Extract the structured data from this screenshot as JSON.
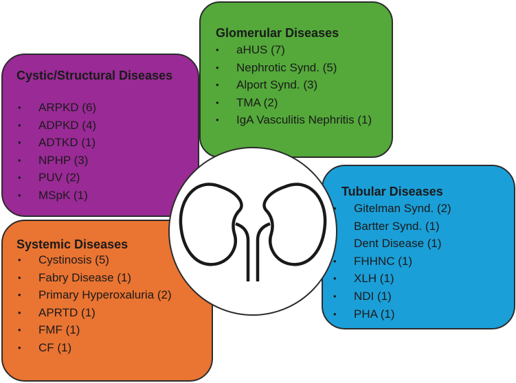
{
  "colors": {
    "cystic": "#9a2a96",
    "glomerular": "#54a93a",
    "tubular": "#1b9fd8",
    "systemic": "#ea7432",
    "outline": "#2b2b2b"
  },
  "bullet": "•",
  "cystic": {
    "title": "Cystic/Structural Diseases",
    "items": [
      "ARPKD (6)",
      "ADPKD (4)",
      "ADTKD (1)",
      "NPHP (3)",
      "PUV (2)",
      "MSpK (1)"
    ]
  },
  "glomerular": {
    "title": "Glomerular Diseases",
    "items": [
      "aHUS (7)",
      "Nephrotic Synd. (5)",
      "Alport Synd. (3)",
      "TMA (2)",
      "IgA Vasculitis Nephritis (1)"
    ]
  },
  "tubular": {
    "title": "Tubular Diseases",
    "items": [
      "Gitelman Synd. (2)",
      "Bartter Synd. (1)",
      "Dent Disease (1)",
      "FHHNC (1)",
      "XLH (1)",
      "NDI (1)",
      "PHA (1)"
    ]
  },
  "systemic": {
    "title": "Systemic Diseases",
    "items": [
      "Cystinosis (5)",
      "Fabry Disease (1)",
      "Primary Hyperoxaluria (2)",
      "APRTD (1)",
      "FMF (1)",
      "CF (1)"
    ]
  },
  "center_icon": "kidneys-icon"
}
